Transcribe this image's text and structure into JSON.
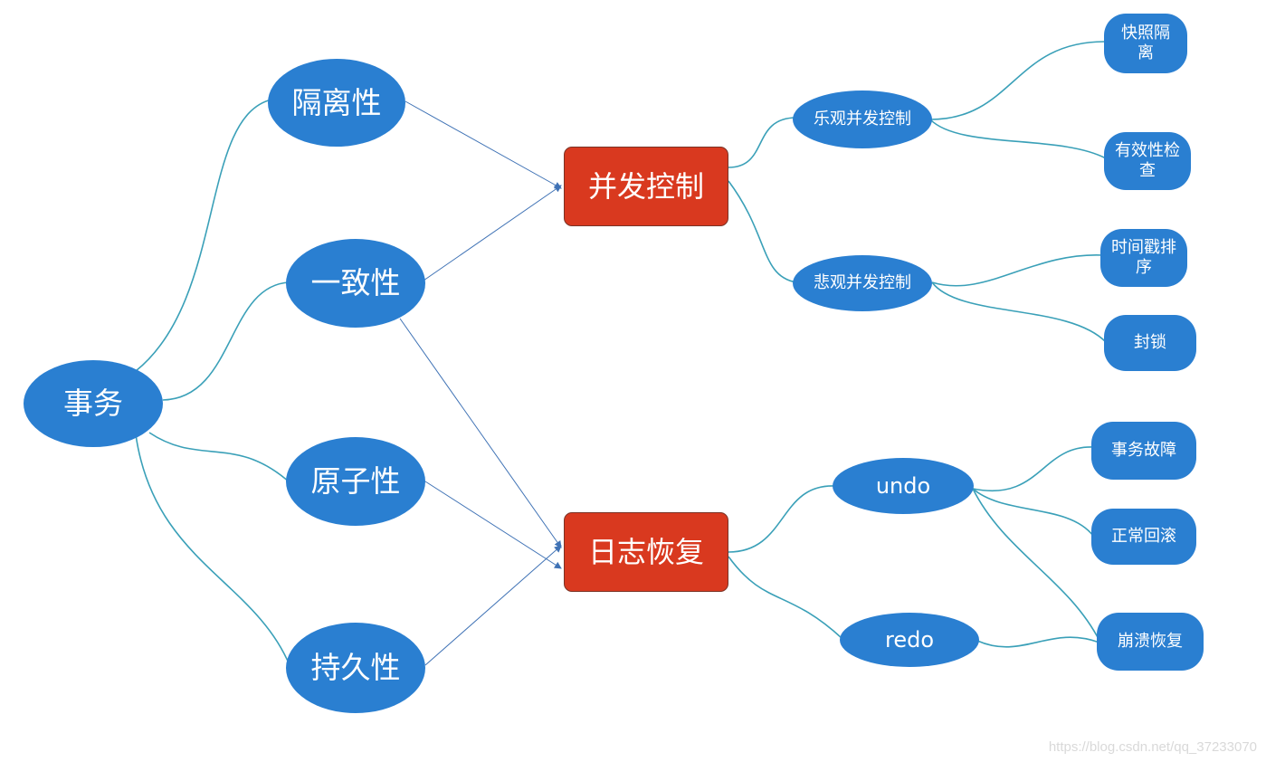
{
  "diagram": {
    "root": {
      "label": "事务"
    },
    "properties": [
      {
        "label": "隔离性"
      },
      {
        "label": "一致性"
      },
      {
        "label": "原子性"
      },
      {
        "label": "持久性"
      }
    ],
    "mechanisms": [
      {
        "label": "并发控制",
        "children": [
          {
            "label": "乐观并发控制",
            "children": [
              {
                "label": "快照隔离"
              },
              {
                "label": "有效性检查"
              }
            ]
          },
          {
            "label": "悲观并发控制",
            "children": [
              {
                "label": "时间戳排序"
              },
              {
                "label": "封锁"
              }
            ]
          }
        ]
      },
      {
        "label": "日志恢复",
        "children": [
          {
            "label": "undo",
            "children": [
              {
                "label": "事务故障"
              },
              {
                "label": "正常回滚"
              },
              {
                "label": "崩溃恢复"
              }
            ]
          },
          {
            "label": "redo",
            "children": [
              {
                "label": "崩溃恢复"
              }
            ]
          }
        ]
      }
    ],
    "colors": {
      "node_blue": "#2a7fd1",
      "node_red": "#d9391f",
      "curve": "#3aa0b8",
      "arrow": "#3f72b5"
    }
  },
  "watermark": "https://blog.csdn.net/qq_37233070"
}
